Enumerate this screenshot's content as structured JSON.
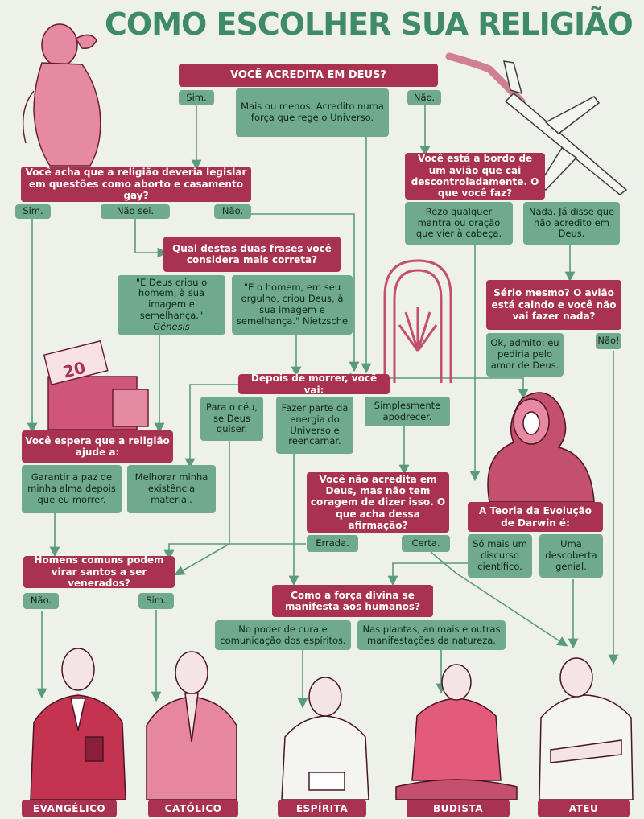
{
  "title": "COMO ESCOLHER SUA RELIGIÃO",
  "colors": {
    "question": "#a8324f",
    "answer": "#6faa8c",
    "line": "#5b9a7c",
    "background": "#eef0ea",
    "title": "#3f8a6a"
  },
  "nodes": {
    "q1": "VOCÊ ACREDITA EM DEUS?",
    "q1_sim": "Sim.",
    "q1_maisoumenos": "Mais ou menos. Acredito numa força que rege o Universo.",
    "q1_nao": "Não.",
    "q2": "Você acha que a religião deveria legislar em questões como aborto e casamento gay?",
    "q2_sim": "Sim.",
    "q2_naosei": "Não sei.",
    "q2_nao": "Não.",
    "q3": "Qual destas duas frases você considera mais correta?",
    "q3_a": "\"E Deus criou o homem, à sua imagem e semelhança.\"",
    "q3_a_src": "Gênesis",
    "q3_b": "\"E o homem, em seu orgulho, criou Deus, à sua imagem e semelhança.\" Nietzsche",
    "q4": "Você está a bordo de um avião que cai descontroladamente. O que você faz?",
    "q4_a": "Rezo qualquer mantra ou oração que vier à cabeça.",
    "q4_b": "Nada. Já disse que não acredito em Deus.",
    "q5": "Sério mesmo? O avião está caindo e você não vai fazer nada?",
    "q5_a": "Ok, admito: eu pediria pelo amor de Deus.",
    "q5_b": "Não!",
    "q6": "Depois de morrer, você vai:",
    "q6_a": "Para o céu, se Deus quiser.",
    "q6_b": "Fazer parte da energia do Universo e reencarnar.",
    "q6_c": "Simplesmente apodrecer.",
    "q7": "Você espera que a religião ajude a:",
    "q7_a": "Garantir a paz de minha alma depois que eu morrer.",
    "q7_b": "Melhorar minha existência material.",
    "q8": "Você não acredita em Deus, mas não tem coragem de dizer isso. O que acha dessa afirmação?",
    "q8_a": "Errada.",
    "q8_b": "Certa.",
    "q9": "A Teoria da Evolução de Darwin é:",
    "q9_a": "Só mais um discurso científico.",
    "q9_b": "Uma descoberta genial.",
    "q10": "Homens comuns podem virar santos a ser venerados?",
    "q10_a": "Não.",
    "q10_b": "Sim.",
    "q11": "Como a força divina se manifesta aos humanos?",
    "q11_a": "No poder de cura e comunicação dos espíritos.",
    "q11_b": "Nas plantas, animais e outras manifestações da natureza."
  },
  "results": {
    "evangelico": "EVANGÉLICO",
    "catolico": "CATÓLICO",
    "espirita": "ESPÍRITA",
    "budista": "BUDISTA",
    "ateu": "ATEU"
  },
  "illustrations": {
    "money": "20"
  }
}
